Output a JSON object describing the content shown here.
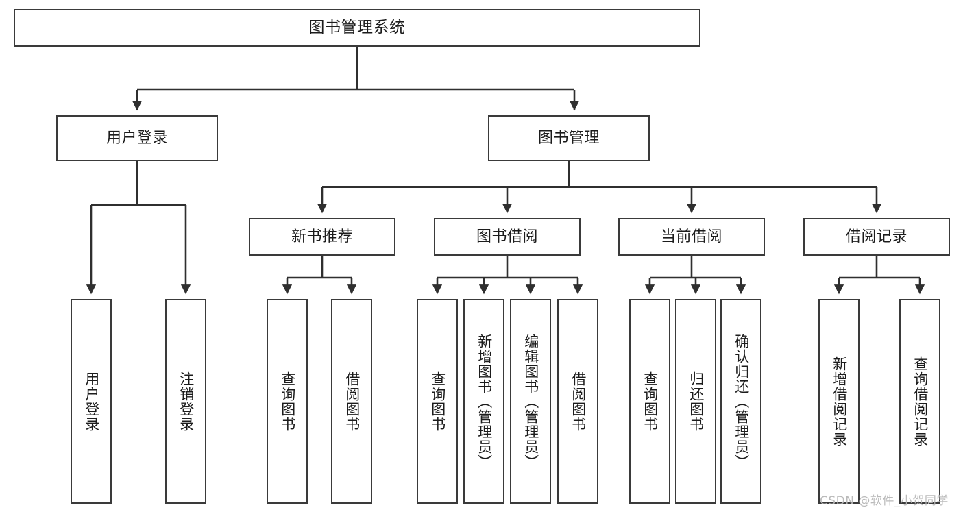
{
  "diagram": {
    "type": "tree-hierarchy-chart",
    "root": {
      "id": "root",
      "label": "图书管理系统"
    },
    "level1": [
      {
        "id": "user-login",
        "label": "用户登录"
      },
      {
        "id": "book-manage",
        "label": "图书管理"
      }
    ],
    "level2": [
      {
        "id": "new-book-recommend",
        "label": "新书推荐",
        "parent": "book-manage"
      },
      {
        "id": "book-borrow",
        "label": "图书借阅",
        "parent": "book-manage"
      },
      {
        "id": "current-borrow",
        "label": "当前借阅",
        "parent": "book-manage"
      },
      {
        "id": "borrow-record",
        "label": "借阅记录",
        "parent": "book-manage"
      }
    ],
    "leaves": [
      {
        "id": "leaf-user-login",
        "label": "用户登录",
        "parent": "user-login"
      },
      {
        "id": "leaf-logout-login",
        "label": "注销登录",
        "parent": "user-login"
      },
      {
        "id": "leaf-query-book-1",
        "label": "查询图书",
        "parent": "new-book-recommend"
      },
      {
        "id": "leaf-borrow-book-1",
        "label": "借阅图书",
        "parent": "new-book-recommend"
      },
      {
        "id": "leaf-query-book-2",
        "label": "查询图书",
        "parent": "book-borrow"
      },
      {
        "id": "leaf-add-book",
        "label": "新增图书（管理员）",
        "parent": "book-borrow"
      },
      {
        "id": "leaf-edit-book",
        "label": "编辑图书（管理员）",
        "parent": "book-borrow"
      },
      {
        "id": "leaf-borrow-book-2",
        "label": "借阅图书",
        "parent": "book-borrow"
      },
      {
        "id": "leaf-query-book-3",
        "label": "查询图书",
        "parent": "current-borrow"
      },
      {
        "id": "leaf-return-book",
        "label": "归还图书",
        "parent": "current-borrow"
      },
      {
        "id": "leaf-confirm-return",
        "label": "确认归还（管理员）",
        "parent": "current-borrow"
      },
      {
        "id": "leaf-add-record",
        "label": "新增借阅记录",
        "parent": "borrow-record"
      },
      {
        "id": "leaf-query-record",
        "label": "查询借阅记录",
        "parent": "borrow-record"
      }
    ]
  },
  "watermark": {
    "text": "CSDN @软件_小贺同学"
  },
  "colors": {
    "background": "#ffffff",
    "box_border": "#3a3a3a",
    "box_fill": "#ffffff",
    "text": "#1c1c1c",
    "connector": "#2f2f2f",
    "watermark": "#b7b7b7"
  }
}
